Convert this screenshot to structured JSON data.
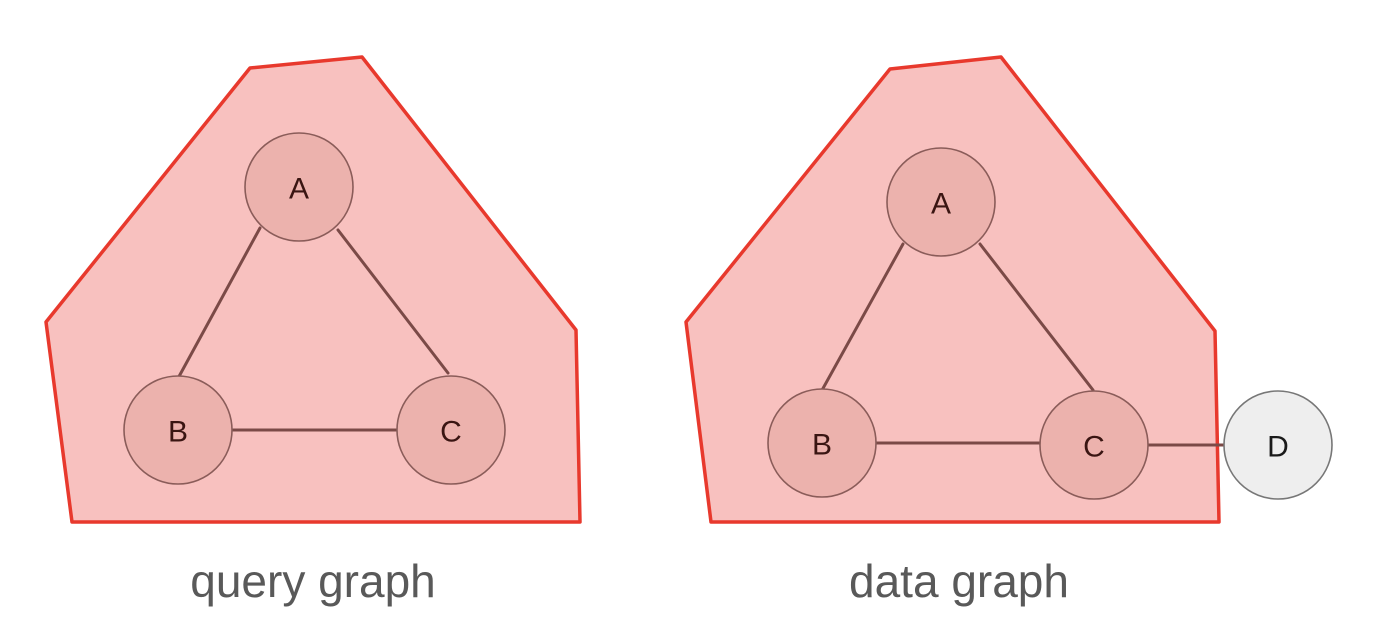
{
  "colors": {
    "region_fill": "#f8c1bf",
    "region_stroke": "#e8392d",
    "node_fill": "#ecb2ad",
    "node_outside_fill": "#eeeeee",
    "edge": "#7b4a47",
    "caption": "#595959"
  },
  "query_graph": {
    "caption": "query graph",
    "nodes": [
      {
        "id": "A",
        "label": "A"
      },
      {
        "id": "B",
        "label": "B"
      },
      {
        "id": "C",
        "label": "C"
      }
    ],
    "edges": [
      [
        "A",
        "B"
      ],
      [
        "A",
        "C"
      ],
      [
        "B",
        "C"
      ]
    ]
  },
  "data_graph": {
    "caption": "data graph",
    "nodes": [
      {
        "id": "A",
        "label": "A"
      },
      {
        "id": "B",
        "label": "B"
      },
      {
        "id": "C",
        "label": "C"
      },
      {
        "id": "D",
        "label": "D"
      }
    ],
    "edges": [
      [
        "A",
        "B"
      ],
      [
        "A",
        "C"
      ],
      [
        "B",
        "C"
      ],
      [
        "C",
        "D"
      ]
    ]
  }
}
